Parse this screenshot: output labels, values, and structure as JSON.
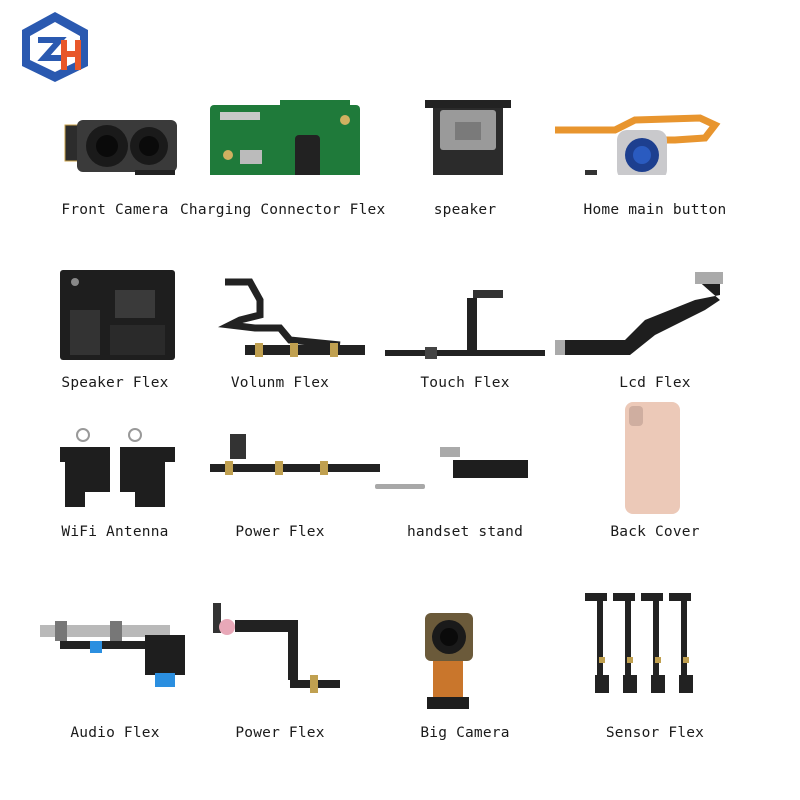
{
  "brand": {
    "logo_icon": "hexagon-zh-logo-icon",
    "colors": {
      "blue": "#2a59b0",
      "orange": "#e8572a"
    }
  },
  "products": [
    {
      "label": "Front Camera",
      "icon": "front-camera-icon"
    },
    {
      "label": "Charging Connector Flex",
      "icon": "charging-connector-flex-icon"
    },
    {
      "label": "speaker",
      "icon": "speaker-icon"
    },
    {
      "label": "Home main button",
      "icon": "home-button-icon"
    },
    {
      "label": "Speaker Flex",
      "icon": "speaker-flex-icon"
    },
    {
      "label": "Volunm Flex",
      "icon": "volume-flex-icon"
    },
    {
      "label": "Touch Flex",
      "icon": "touch-flex-icon"
    },
    {
      "label": "Lcd Flex",
      "icon": "lcd-flex-icon"
    },
    {
      "label": "WiFi Antenna",
      "icon": "wifi-antenna-icon"
    },
    {
      "label": "Power Flex",
      "icon": "power-flex-icon"
    },
    {
      "label": "handset stand",
      "icon": "handset-stand-icon"
    },
    {
      "label": "Back Cover",
      "icon": "back-cover-icon"
    },
    {
      "label": "Audio Flex",
      "icon": "audio-flex-icon"
    },
    {
      "label": "Power Flex",
      "icon": "power-flex-icon"
    },
    {
      "label": "Big Camera",
      "icon": "big-camera-icon"
    },
    {
      "label": "Sensor Flex",
      "icon": "sensor-flex-icon"
    }
  ]
}
